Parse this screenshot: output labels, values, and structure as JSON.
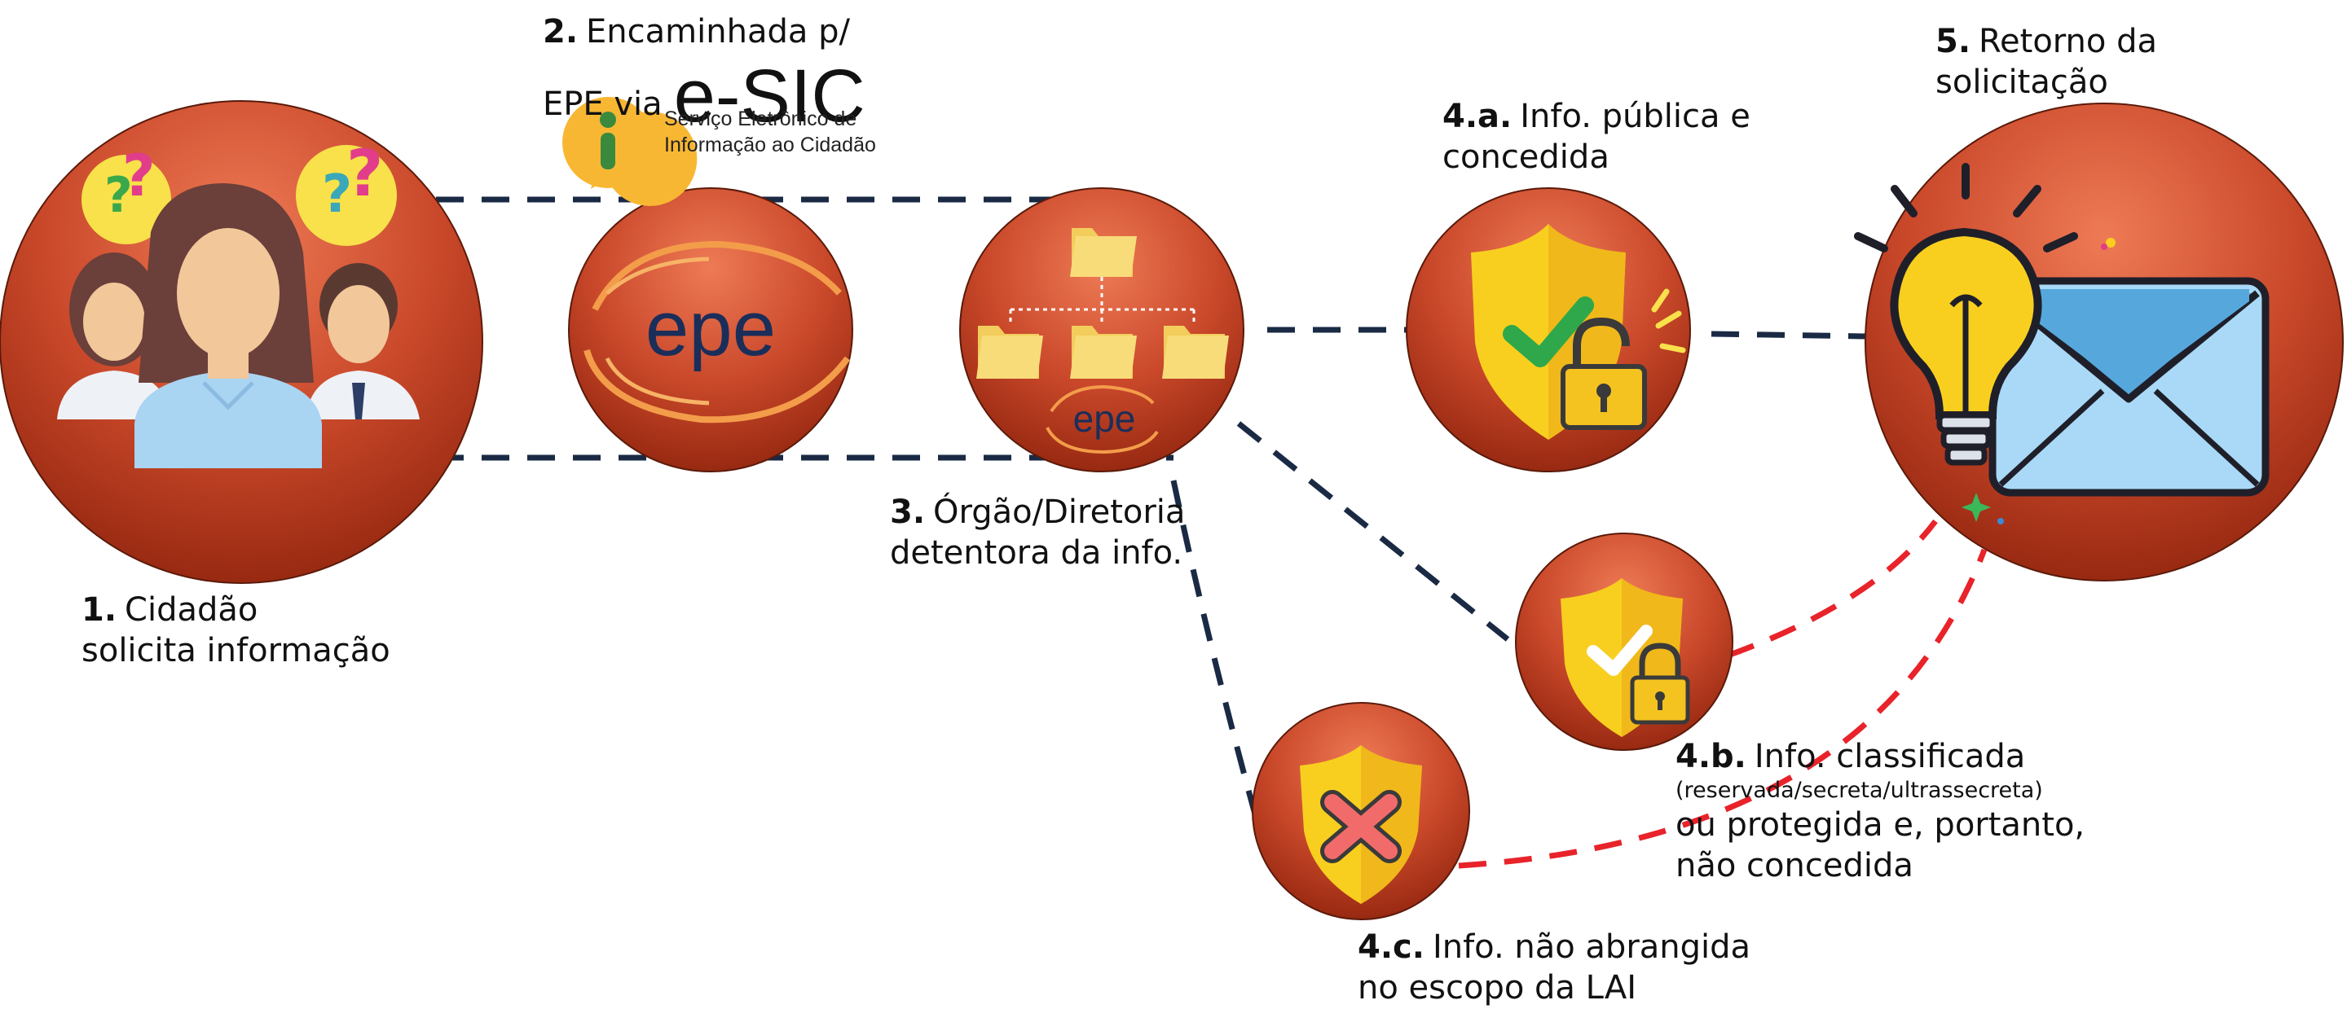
{
  "colors": {
    "circle_top": "#e4613f",
    "circle_bottom": "#9a2a12",
    "dash_dark": "#1a2a44",
    "dash_red": "#e8232a",
    "epe_blue": "#1b2e5a",
    "shield_yellow": "#f8cf1f",
    "check_green": "#2ea84a",
    "cross_red": "#e94545",
    "envelope_blue": "#56a8dc",
    "folder_yellow": "#f2cd5c"
  },
  "steps": {
    "s1": {
      "num": "1.",
      "line1": "Cidadão",
      "line2": "solicita informação"
    },
    "s2": {
      "num": "2.",
      "line1": "Encaminhada p/",
      "line2": "EPE via"
    },
    "s3": {
      "num": "3.",
      "line1": "Órgão/Diretoria",
      "line2": "detentora da info."
    },
    "s4a": {
      "num": "4.a.",
      "line1": "Info. pública e",
      "line2": "concedida"
    },
    "s4b": {
      "num": "4.b.",
      "line1": "Info. classificada",
      "small": "(reservada/secreta/ultrassecreta)",
      "line2": "ou protegida e, portanto,",
      "line3": "não concedida"
    },
    "s4c": {
      "num": "4.c.",
      "line1": "Info. não abrangida",
      "line2": "no escopo da LAI"
    },
    "s5": {
      "num": "5.",
      "line1": "Retorno da",
      "line2": "solicitação"
    }
  },
  "esic": {
    "logo_text": "e-SIC",
    "sub1": "Serviço Eletrônico de",
    "sub2": "Informação ao Cidadão",
    "badge_letter": "i"
  },
  "epe_logo_text": "epe",
  "icons": {
    "citizens": "people-with-question-marks-icon",
    "epe": "epe-logo-icon",
    "org": "folder-hierarchy-icon",
    "public": "shield-check-unlocked-icon",
    "classified": "shield-check-locked-icon",
    "notcovered": "shield-cross-icon",
    "return": "lightbulb-envelope-icon"
  }
}
